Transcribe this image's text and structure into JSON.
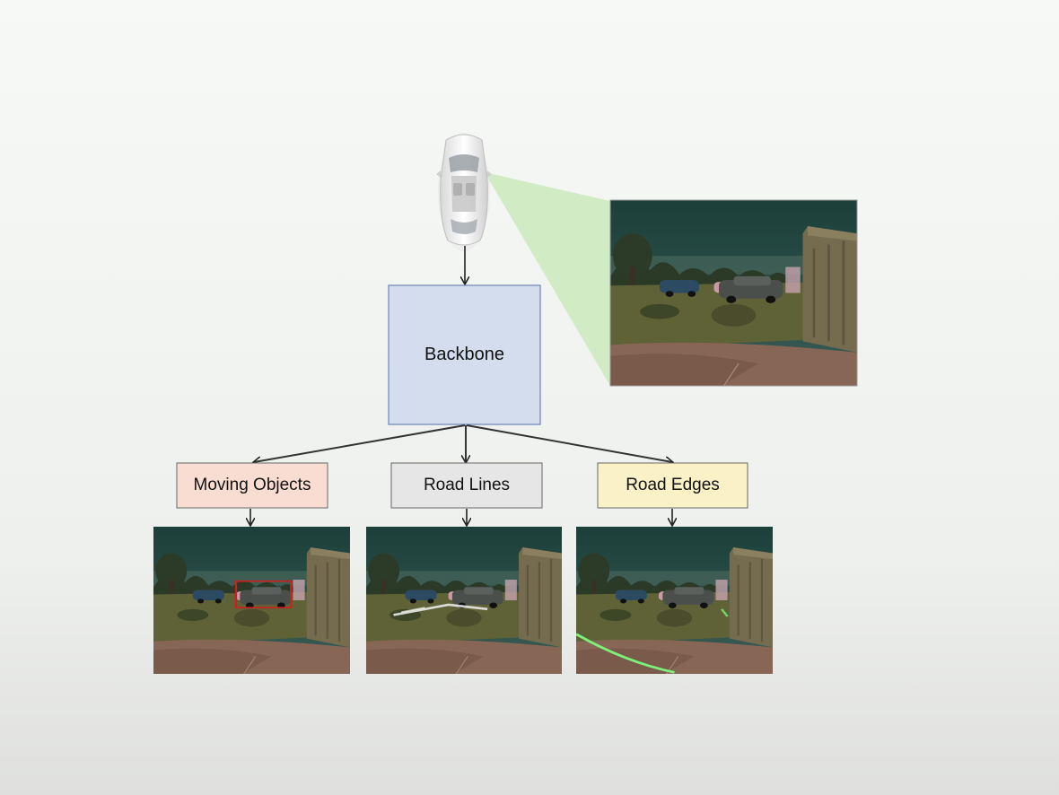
{
  "backbone": {
    "label": "Backbone"
  },
  "heads": [
    {
      "label": "Moving Objects",
      "color": "#f9ddd2"
    },
    {
      "label": "Road Lines",
      "color": "#e6e6e6"
    },
    {
      "label": "Road Edges",
      "color": "#fbf1c6"
    }
  ],
  "colors": {
    "background_top": "#f5f8f5",
    "background_bottom": "#e2e3e1",
    "backbone_fill": "#d3dded",
    "backbone_stroke": "#6d84b5",
    "camera_fov": "#cfeac2",
    "sky": "#1f433d",
    "ground": "#5a5e3a",
    "sidewalk": "#8a6a58",
    "detection_box": "#d11d1d",
    "road_line_overlay": "#f2f2f2",
    "road_edge_overlay": "#7ef07a"
  },
  "icons": [
    "car-top-view-icon"
  ]
}
